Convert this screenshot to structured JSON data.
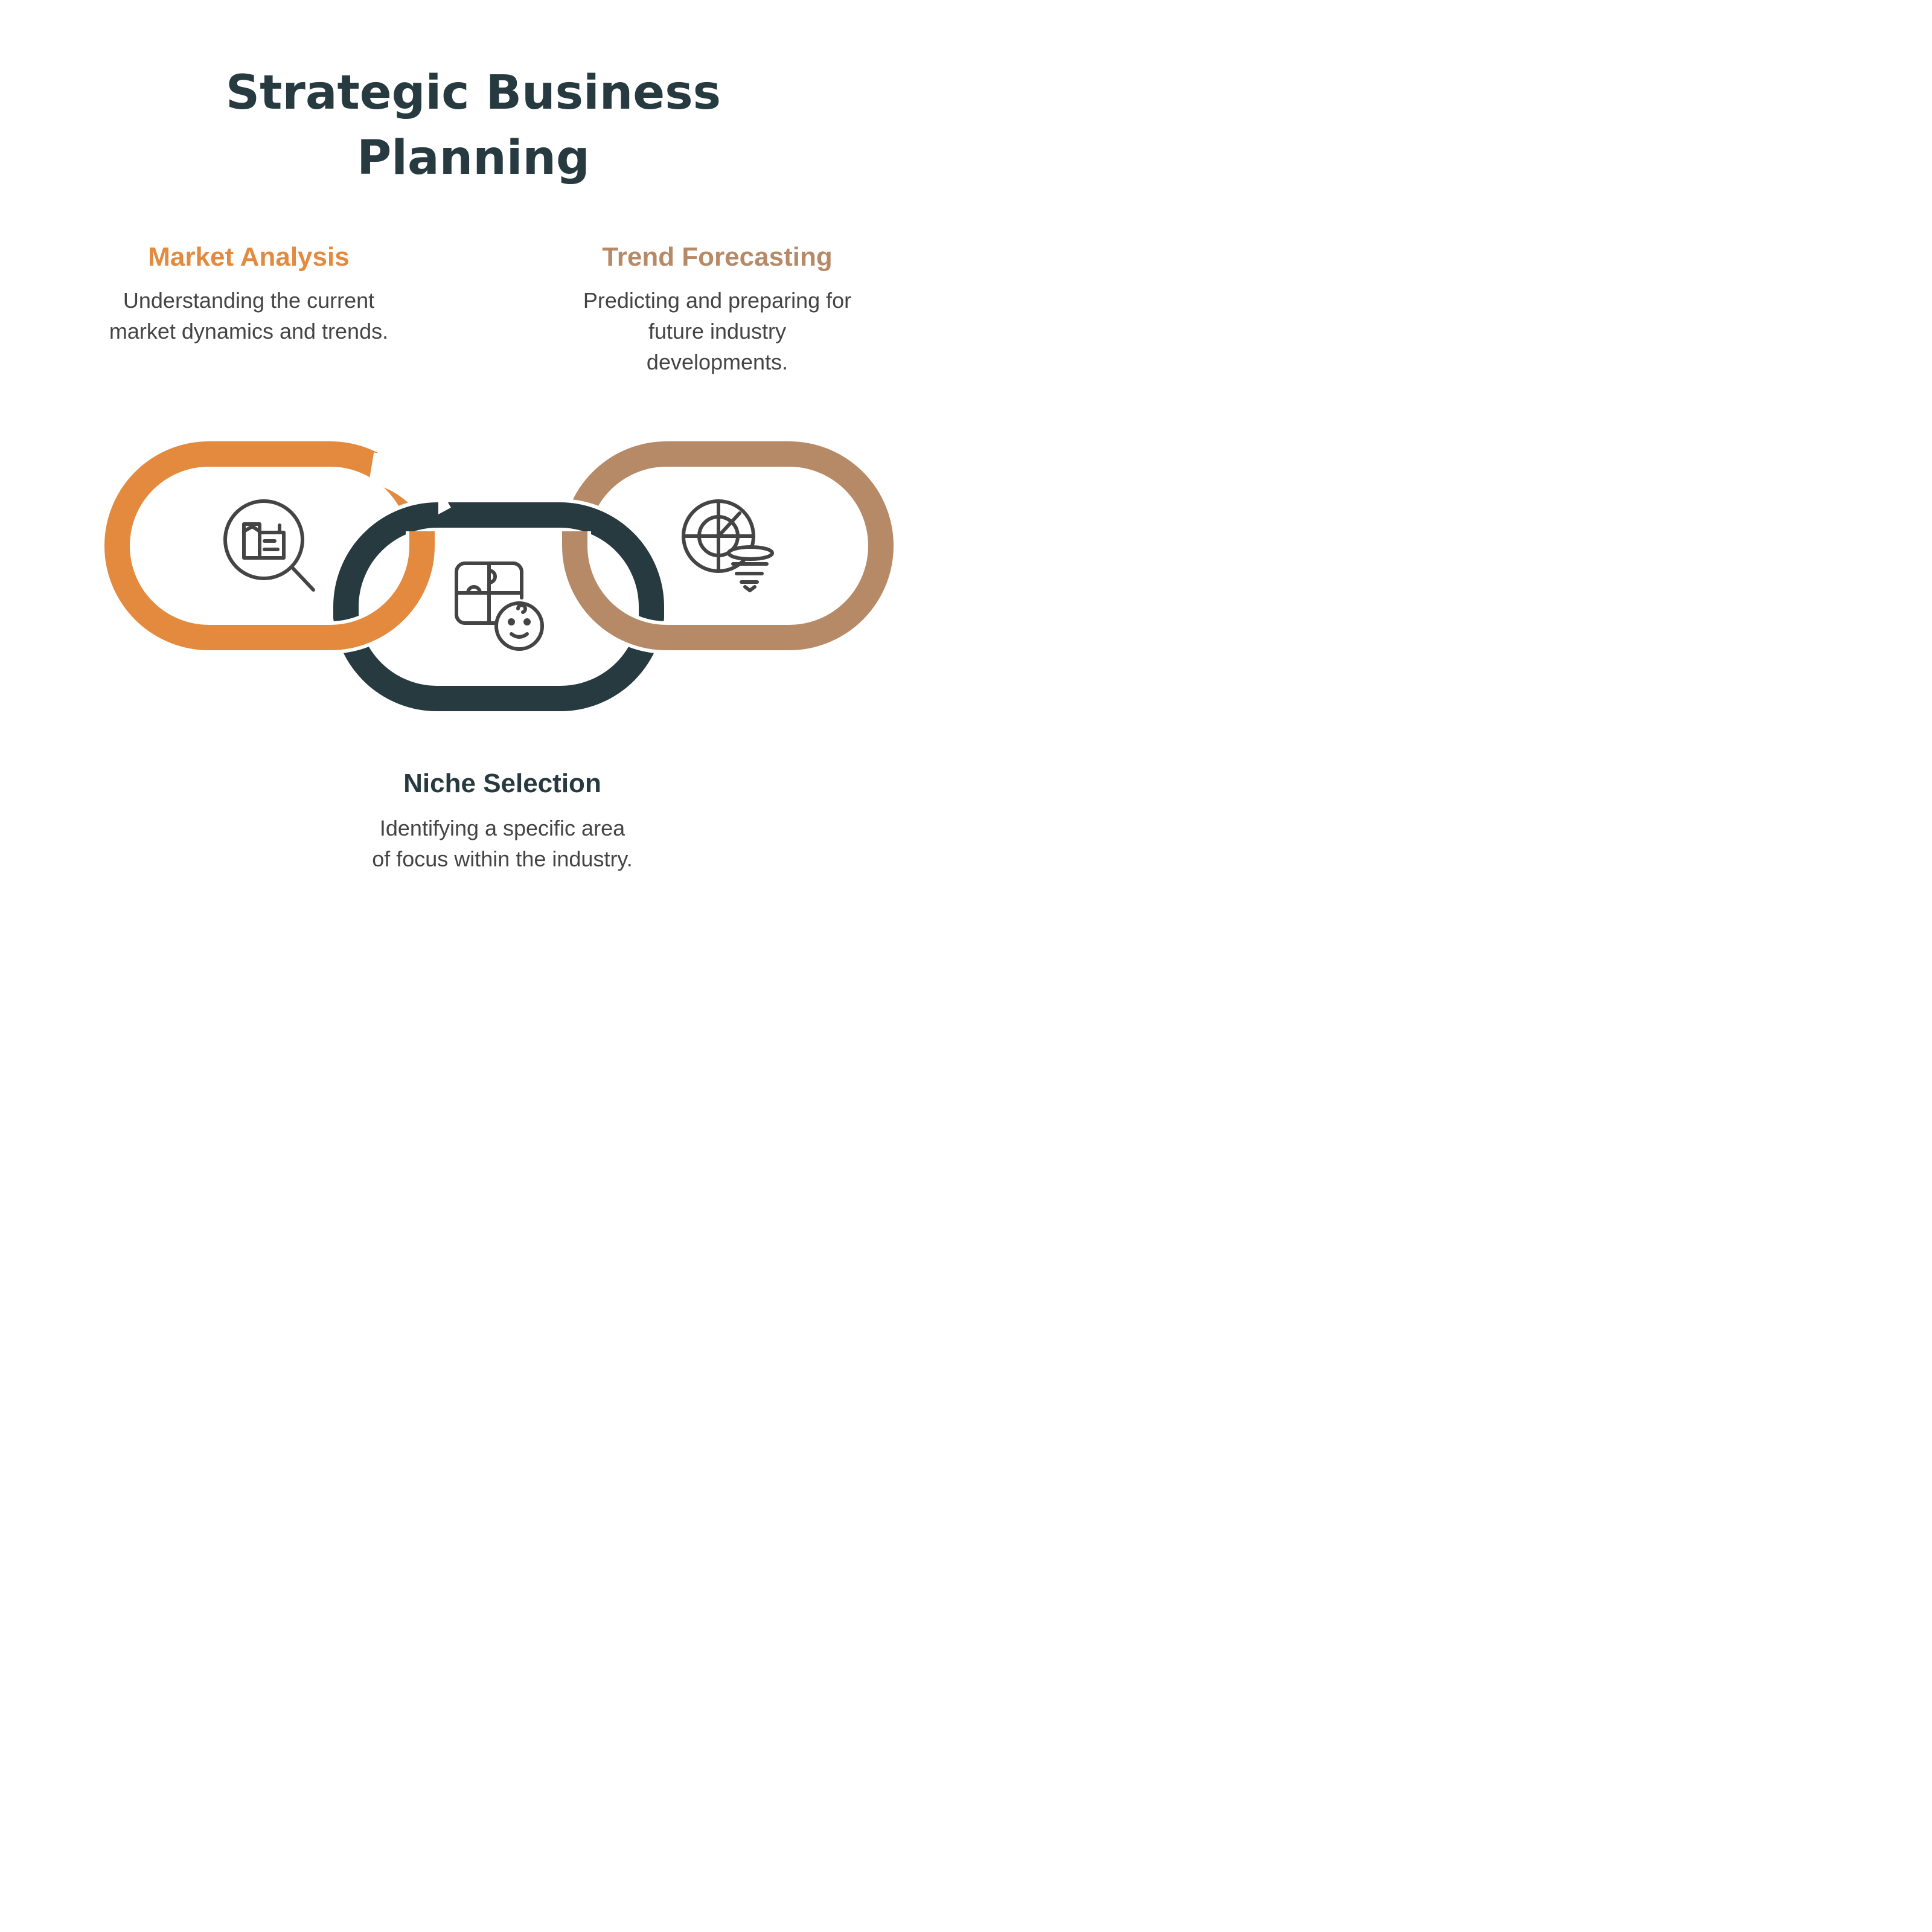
{
  "title": "Strategic Business Planning",
  "colors": {
    "market": "#E38A3E",
    "trend": "#B78A67",
    "niche": "#263A40",
    "body_text": "#444444"
  },
  "items": [
    {
      "heading": "Market Analysis",
      "description": "Understanding the current market dynamics and trends.",
      "icon": "market-research-icon",
      "color": "#E38A3E"
    },
    {
      "heading": "Trend Forecasting",
      "description": "Predicting and preparing for future industry developments.",
      "icon": "radar-forecast-icon",
      "color": "#B78A67"
    },
    {
      "heading": "Niche Selection",
      "description": "Identifying a specific area of focus within the industry.",
      "icon": "puzzle-person-icon",
      "color": "#263A40"
    }
  ]
}
